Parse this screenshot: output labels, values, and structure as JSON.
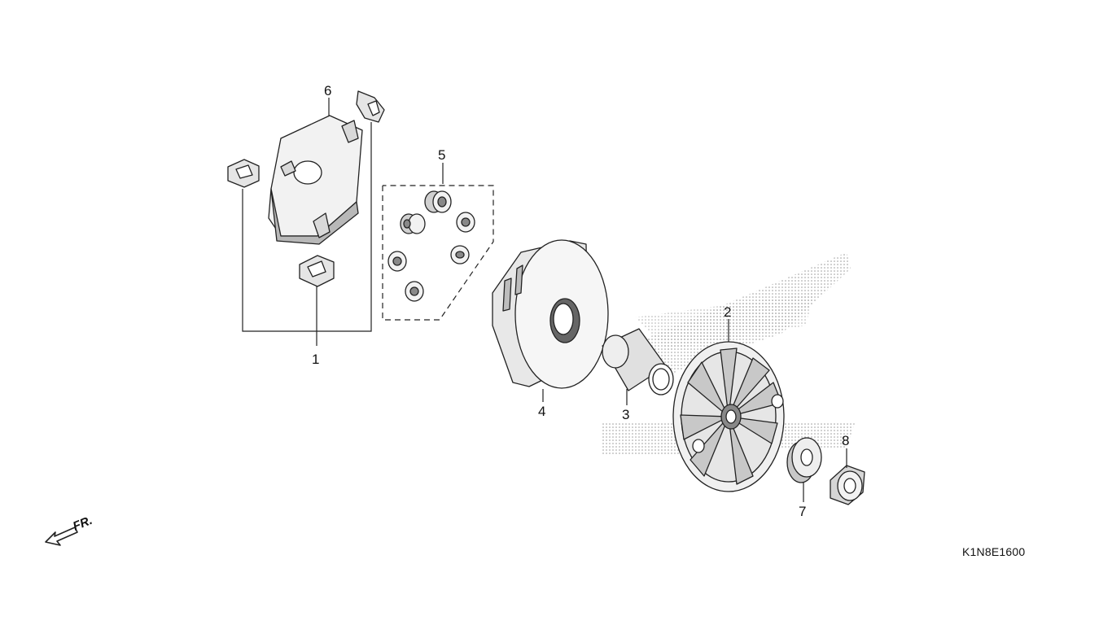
{
  "diagram": {
    "callouts": {
      "c1": "1",
      "c2": "2",
      "c3": "3",
      "c4": "4",
      "c5": "5",
      "c6": "6",
      "c7": "7",
      "c8": "8"
    },
    "front_indicator": "FR.",
    "drawing_code": "K1N8E1600"
  },
  "colors": {
    "line": "#222222",
    "fill_light": "#f2f2f2",
    "fill_mid": "#d9d9d9",
    "fill_dark": "#9a9a9a",
    "stipple": "#bdbdbd"
  }
}
